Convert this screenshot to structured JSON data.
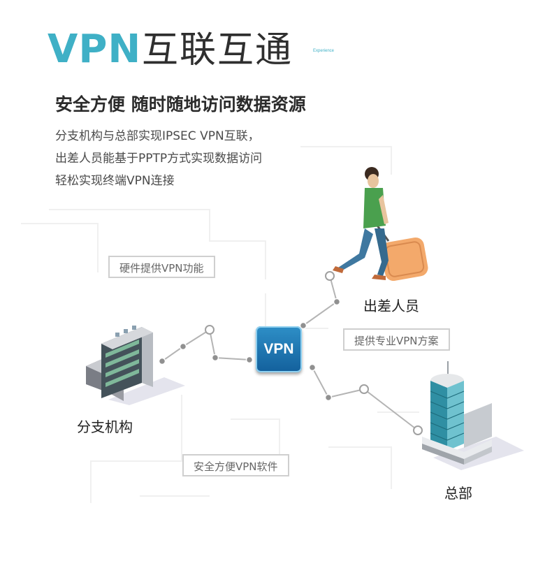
{
  "title": {
    "vpn": "VPN",
    "cn": "互联互通",
    "tag": "Experience"
  },
  "subtitle": "安全方便 随时随地访问数据资源",
  "description": [
    "分支机构与总部实现IPSEC VPN互联，",
    "出差人员能基于PPTP方式实现数据访问",
    "轻松实现终端VPN连接"
  ],
  "features": [
    "硬件提供VPN功能",
    "提供专业VPN方案",
    "安全方便VPN软件"
  ],
  "nodes": {
    "branch": "分支机构",
    "traveler": "出差人员",
    "hq": "总部",
    "hub": "VPN"
  },
  "colors": {
    "accent": "#3fb0c6",
    "hub": "#1f78b4",
    "line": "#b4b4b4",
    "node": "#9a9a9a"
  }
}
